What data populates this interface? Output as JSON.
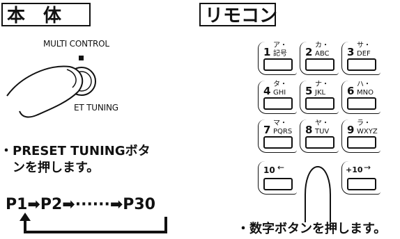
{
  "main_unit": {
    "label": "本　体",
    "multi_control": "MULTI CONTROL",
    "tuning_text": "ET TUNING",
    "caption_line1": "・PRESET TUNINGボタ",
    "caption_line2": "　ンを押します。",
    "sequence": "P1➡P2➡······➡P30"
  },
  "remote": {
    "label": "リモコン",
    "keys": [
      {
        "num": "1",
        "kana": "ア・",
        "sub": "記号"
      },
      {
        "num": "2",
        "kana": "カ・",
        "sub": "ABC"
      },
      {
        "num": "3",
        "kana": "サ・",
        "sub": "DEF"
      },
      {
        "num": "4",
        "kana": "タ・",
        "sub": "GHI"
      },
      {
        "num": "5",
        "kana": "ナ・",
        "sub": "JKL"
      },
      {
        "num": "6",
        "kana": "ハ・",
        "sub": "MNO"
      },
      {
        "num": "7",
        "kana": "マ・",
        "sub": "PQRS"
      },
      {
        "num": "8",
        "kana": "ヤ・",
        "sub": "TUV"
      },
      {
        "num": "9",
        "kana": "ラ・",
        "sub": "WXYZ"
      }
    ],
    "key_minus10": {
      "num": "10",
      "arrow": "←"
    },
    "key_plus10": {
      "num": "+10",
      "arrow": "→"
    },
    "caption": "・数字ボタンを押します。"
  }
}
